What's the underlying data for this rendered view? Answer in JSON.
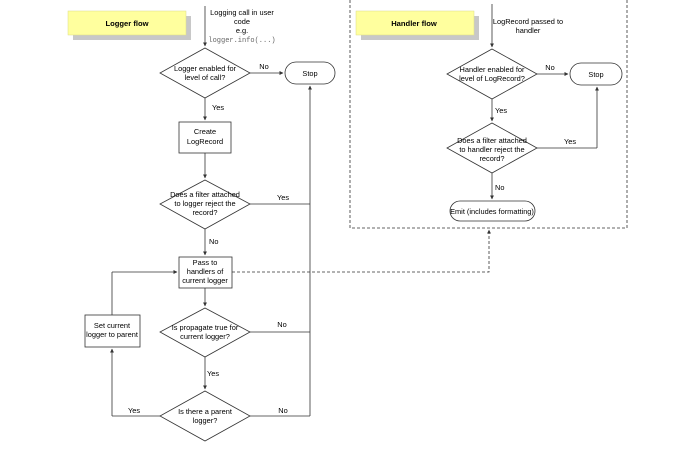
{
  "logger_flow": {
    "title": "Logger flow",
    "entry": [
      "Logging call in user",
      "code",
      "e.g."
    ],
    "entry_code": "logger.info(...)",
    "enabled_decision": [
      "Logger enabled for",
      "level of call?"
    ],
    "stop": "Stop",
    "create_record": [
      "Create",
      "LogRecord"
    ],
    "filter_decision": [
      "Does a filter attached",
      "to logger reject the",
      "record?"
    ],
    "pass_handlers": [
      "Pass to",
      "handlers of",
      "current logger"
    ],
    "propagate_decision": [
      "Is propagate true for",
      "current logger?"
    ],
    "parent_decision": [
      "Is there a parent",
      "logger?"
    ],
    "set_parent": [
      "Set current",
      "logger to parent"
    ]
  },
  "handler_flow": {
    "title": "Handler flow",
    "entry": [
      "LogRecord passed to",
      "handler"
    ],
    "enabled_decision": [
      "Handler enabled for",
      "level of LogRecord?"
    ],
    "stop": "Stop",
    "filter_decision": [
      "Does a filter attached",
      "to handler reject the",
      "record?"
    ],
    "emit": "Emit (includes formatting)"
  },
  "edge_labels": {
    "yes": "Yes",
    "no": "No"
  },
  "colors": {
    "title_box": "#ffff9e",
    "title_shadow": "#c8c8c8",
    "stroke": "#333333"
  }
}
